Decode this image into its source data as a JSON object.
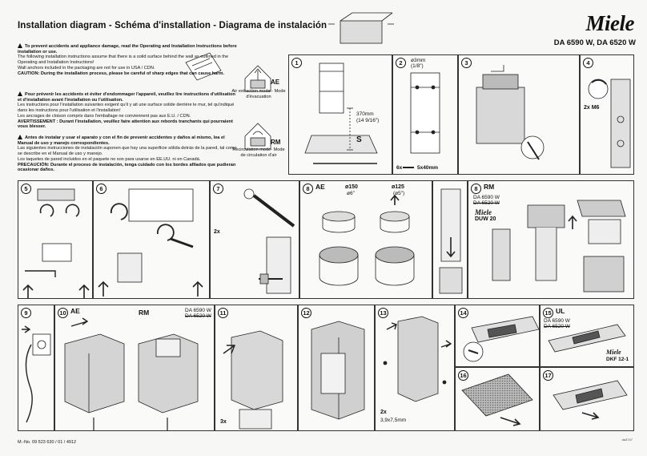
{
  "header": {
    "title": "Installation diagram  -  Schéma d'installation  -  Diagrama de instalación",
    "brand": "Miele",
    "model": "DA 6590 W, DA 6520 W"
  },
  "instructions": {
    "en_warning": "To prevent accidents and appliance damage, read the Operating and Installation Instructions before installation or use.",
    "en_body1": "The following installation instructions assume that there is a solid surface behind the wall as outlined in the Operating and Installation Instructions!",
    "en_body2": "Wall anchors included in the packaging are not for use in USA / CDN.",
    "en_caution": "CAUTION: During the installation process, please be careful of sharp edges that can cause harm.",
    "fr_warning": "Pour prévenir les accidents et éviter d'endommager l'appareil, veuillez lire instructions d'utilisation et d'installation avant l'installation ou l'utilisation.",
    "fr_body1": "Les instructions pour l'installation suivantes exigent qu'il y ait une surface solide derrière le mur, tel qu'indiqué dans les instructions pour l'utilisation et l'installation!",
    "fr_body2": "Les ancrages de cloison compris dans l'emballage ne conviennent pas aux E.U. / CDN.",
    "fr_caution": "AVERTISSEMENT : Durant l'installation, veuillez faire attention aux rebords tranchants qui pourraient vous blesser.",
    "es_warning": "Antes de instalar y usar el aparato y con el fin de prevenir accidentes y daños al mismo, lea el Manual de uso y manejo correspondientes.",
    "es_body1": "Las siguientes instrucciones de instalación suponen que hay una superficie sólida detrás de la pared, tal como se describe en el Manual de uso y manejo.",
    "es_body2": "Los taquetes de pared incluidos en el paquete no son para usarse en EE.UU. ni en Canadá.",
    "es_caution": "PRECAUCIÓN: Durante el proceso de instalación, tenga cuidado con los bordes afilados que pudieran ocasionar daños."
  },
  "modes": {
    "ae_tag": "AE",
    "ae_label": "Air extraction mode - Mode d'évacuation",
    "rm_tag": "RM",
    "rm_label": "Recirculation mode- Mode de circulation d'air"
  },
  "panels": {
    "p1": {
      "num": "1",
      "dim": "370mm",
      "dim_inch": "(14 9/16\")",
      "s_label": "S"
    },
    "p2": {
      "num": "2",
      "dim": "ø3mm",
      "dim_inch": "(1/8\")",
      "screws": "6x",
      "screw_size": "5x40mm"
    },
    "p3": {
      "num": "3"
    },
    "p4": {
      "num": "4",
      "screws": "2x M6"
    },
    "p5": {
      "num": "5"
    },
    "p6": {
      "num": "6"
    },
    "p7": {
      "num": "7",
      "count": "2x"
    },
    "p8": {
      "num": "8",
      "tag": "AE",
      "d1": "ø150",
      "d1_inch": "ø6\"",
      "d2": "ø125",
      "d2_inch": "(ø5\")"
    },
    "p8rm": {
      "num": "8",
      "tag": "RM",
      "model_a": "DA 6590 W",
      "model_b": "DA 6520 W",
      "kit_brand": "Miele",
      "kit": "DUW 20"
    },
    "p9": {
      "num": "9"
    },
    "p10": {
      "num": "10",
      "tag": "AE",
      "tag2": "RM",
      "model_a": "DA 6590 W",
      "model_b": "DA 6520 W"
    },
    "p11": {
      "num": "11"
    },
    "p12": {
      "num": "12",
      "count": "3x"
    },
    "p13": {
      "num": "13",
      "screws": "2x",
      "screw_size": "3,9x7,5mm"
    },
    "p14": {
      "num": "14"
    },
    "p15": {
      "num": "15",
      "tag": "UL",
      "model_a": "DA 6590 W",
      "model_b": "DA 6520 W",
      "kit_brand": "Miele",
      "kit": "DKF 12-1"
    },
    "p16": {
      "num": "16"
    },
    "p17": {
      "num": "17"
    }
  },
  "footer": {
    "doc_no": "M.-No. 09 523 630 / 01 / 4912",
    "code": "da3747"
  }
}
